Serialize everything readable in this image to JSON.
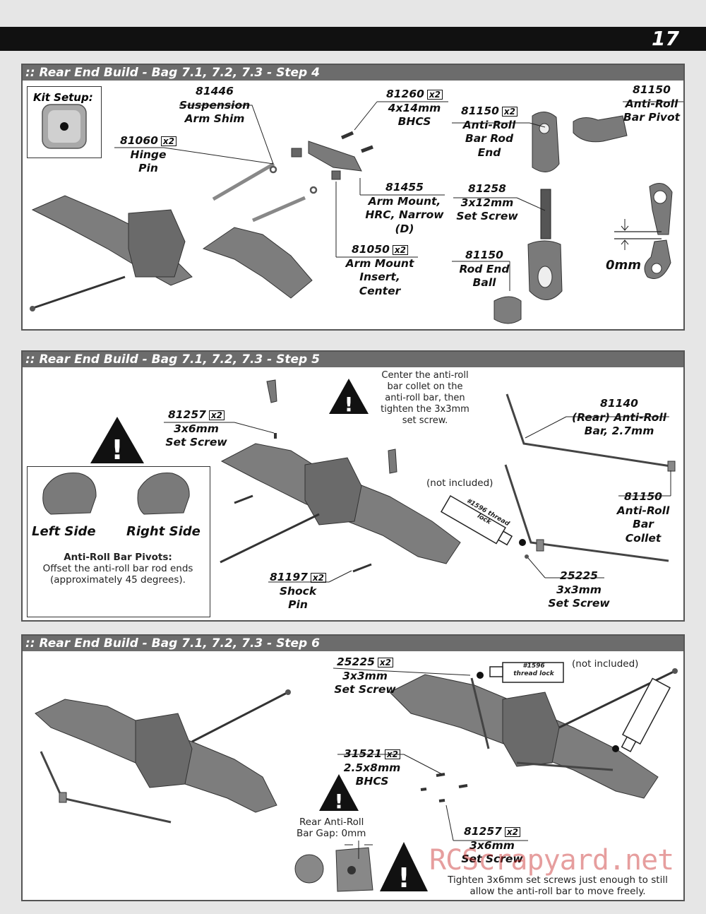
{
  "page_number": "17",
  "step4": {
    "title": ":: Rear End Build - Bag 7.1, 7.2, 7.3 - Step 4",
    "kit_setup": "Kit Setup:",
    "parts": {
      "shim": {
        "num": "81446",
        "name1": "Suspension",
        "name2": "Arm Shim"
      },
      "hinge": {
        "num": "81060",
        "qty": "x2",
        "name1": "Hinge",
        "name2": "Pin"
      },
      "bhcs": {
        "num": "81260",
        "qty": "x2",
        "name1": "4x14mm",
        "name2": "BHCS"
      },
      "rod_end": {
        "num": "81150",
        "qty": "x2",
        "name1": "Anti-Roll",
        "name2": "Bar Rod",
        "name3": "End"
      },
      "pivot": {
        "num": "81150",
        "name1": "Anti-Roll",
        "name2": "Bar Pivot"
      },
      "arm_mount": {
        "num": "81455",
        "name1": "Arm Mount,",
        "name2": "HRC, Narrow",
        "name3": "(D)"
      },
      "set_screw": {
        "num": "81258",
        "name1": "3x12mm",
        "name2": "Set Screw"
      },
      "insert": {
        "num": "81050",
        "qty": "x2",
        "name1": "Arm Mount",
        "name2": "Insert,",
        "name3": "Center"
      },
      "ball": {
        "num": "81150",
        "name1": "Rod End",
        "name2": "Ball"
      }
    },
    "gap_label": "0mm"
  },
  "step5": {
    "title": ":: Rear End Build - Bag 7.1, 7.2, 7.3 - Step 5",
    "warning_note": "Center the anti-roll bar collet on the anti-roll bar, then tighten the 3x3mm set screw.",
    "not_included": "(not included)",
    "threadlock": "#1596 thread lock",
    "left_side": "Left Side",
    "right_side": "Right Side",
    "pivots_title": "Anti-Roll Bar Pivots:",
    "pivots_text": "Offset the anti-roll bar rod ends (approximately 45 degrees).",
    "parts": {
      "setscrew": {
        "num": "81257",
        "qty": "x2",
        "name1": "3x6mm",
        "name2": "Set Screw"
      },
      "bar": {
        "num": "81140",
        "name1": "(Rear) Anti-Roll",
        "name2": "Bar, 2.7mm"
      },
      "collet": {
        "num": "81150",
        "name1": "Anti-Roll",
        "name2": "Bar",
        "name3": "Collet"
      },
      "shockpin": {
        "num": "81197",
        "qty": "x2",
        "name1": "Shock",
        "name2": "Pin"
      },
      "setscrew3": {
        "num": "25225",
        "name1": "3x3mm",
        "name2": "Set Screw"
      }
    }
  },
  "step6": {
    "title": ":: Rear End Build - Bag 7.1, 7.2, 7.3 - Step 6",
    "not_included": "(not included)",
    "threadlock": "#1596 thread lock",
    "gap_note1": "Rear Anti-Roll",
    "gap_note2": "Bar Gap:  0mm",
    "tighten_note": "Tighten 3x6mm set screws just enough to still allow the anti-roll bar to move freely.",
    "parts": {
      "setscrew3": {
        "num": "25225",
        "qty": "x2",
        "name1": "3x3mm",
        "name2": "Set Screw"
      },
      "bhcs": {
        "num": "31521",
        "qty": "x2",
        "name1": "2.5x8mm",
        "name2": "BHCS"
      },
      "setscrew6": {
        "num": "81257",
        "qty": "x2",
        "name1": "3x6mm",
        "name2": "Set Screw"
      }
    }
  },
  "watermark": "RCScrapyard.net"
}
